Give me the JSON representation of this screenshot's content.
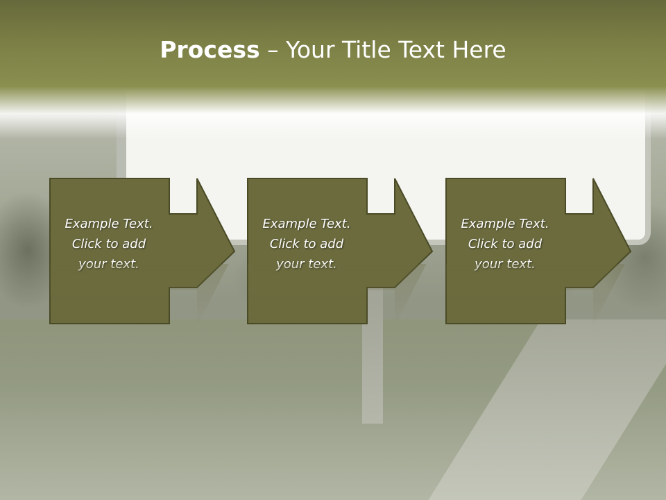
{
  "slide": {
    "title_bold": "Process",
    "title_rest": " – Your Title Text Here"
  },
  "steps": [
    {
      "line1": "Example Text.",
      "line2": "Click  to add",
      "line3": "your text."
    },
    {
      "line1": "Example Text.",
      "line2": "Click  to add",
      "line3": "your text."
    },
    {
      "line1": "Example Text.",
      "line2": "Click  to add",
      "line3": "your text."
    }
  ],
  "colors": {
    "header": "#7b7f45",
    "step_fill": "#6b6b3e",
    "step_border": "#4a4a26",
    "text": "#ffffff"
  }
}
